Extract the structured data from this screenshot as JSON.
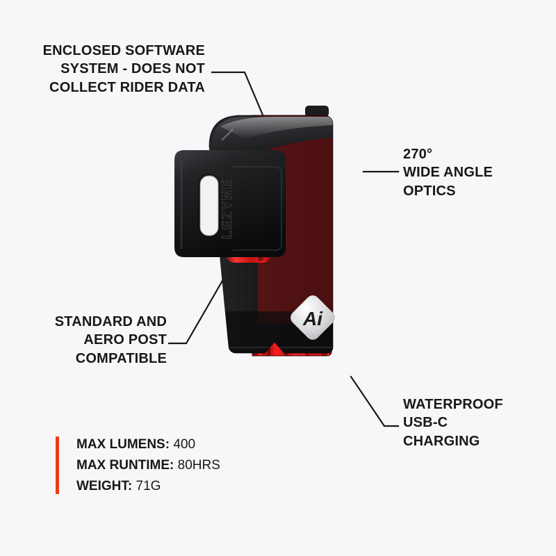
{
  "background_color": "#f7f7f9",
  "accent_color": "#f0381c",
  "callouts": [
    {
      "id": "software",
      "text": "ENCLOSED SOFTWARE\nSYSTEM - DOES NOT\nCOLLECT RIDER DATA",
      "position": "top-left"
    },
    {
      "id": "optics",
      "text": "270°\nWIDE ANGLE\nOPTICS",
      "position": "right-upper"
    },
    {
      "id": "mount",
      "text": "STANDARD AND\nAERO POST\nCOMPATIBLE",
      "position": "left-lower"
    },
    {
      "id": "charging",
      "text": "WATERPROOF\nUSB-C\nCHARGING",
      "position": "right-lower"
    }
  ],
  "specs": [
    {
      "label": "MAX LUMENS:",
      "value": "400"
    },
    {
      "label": "MAX RUNTIME:",
      "value": "80HRS"
    },
    {
      "label": "WEIGHT:",
      "value": "71G"
    }
  ],
  "product": {
    "brand_text": "LEZYNE",
    "badge_text": "Ai",
    "body_color": "#1b1c1e",
    "lens_color": "#d81414",
    "lens_color_dark": "#8f0d0d",
    "badge_color": "#d8d9db"
  }
}
